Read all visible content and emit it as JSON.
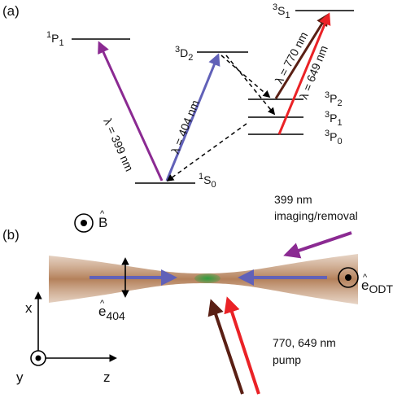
{
  "panel_a": {
    "label": "(a)",
    "levels": {
      "s0": {
        "pre": "1",
        "main": "S",
        "sub": "0"
      },
      "p1_singlet": {
        "pre": "1",
        "main": "P",
        "sub": "1"
      },
      "d2": {
        "pre": "3",
        "main": "D",
        "sub": "2"
      },
      "s1": {
        "pre": "3",
        "main": "S",
        "sub": "1"
      },
      "p2": {
        "pre": "3",
        "main": "P",
        "sub": "2"
      },
      "p1": {
        "pre": "3",
        "main": "P",
        "sub": "1"
      },
      "p0": {
        "pre": "3",
        "main": "P",
        "sub": "0"
      }
    },
    "transitions": {
      "t399": {
        "label": "λ = 399 nm",
        "color": "#8b2a92"
      },
      "t404": {
        "label": "λ = 404 nm",
        "color": "#6161b8"
      },
      "t770": {
        "label": "λ = 770 nm",
        "color": "#5a1f14"
      },
      "t649": {
        "label": "λ = 649 nm",
        "color": "#ea2226"
      }
    }
  },
  "panel_b": {
    "label": "(b)",
    "b_field": {
      "hat": "^",
      "symbol": "B"
    },
    "e404": {
      "hat": "^",
      "main": "e",
      "sub": "404"
    },
    "eodt": {
      "hat": "^",
      "main": "e",
      "sub": "ODT"
    },
    "imaging_beam": {
      "line1": "399 nm",
      "line2": "imaging/removal",
      "color": "#8b2a92"
    },
    "pump_beam": {
      "line1": "770, 649 nm",
      "line2": "pump",
      "color_770": "#5a1f14",
      "color_649": "#ea2226"
    },
    "odt_beam_color": "#6161b8",
    "atom_cloud_color": "#2e9f3e",
    "axes": {
      "x": "x",
      "y": "y",
      "z": "z"
    }
  }
}
